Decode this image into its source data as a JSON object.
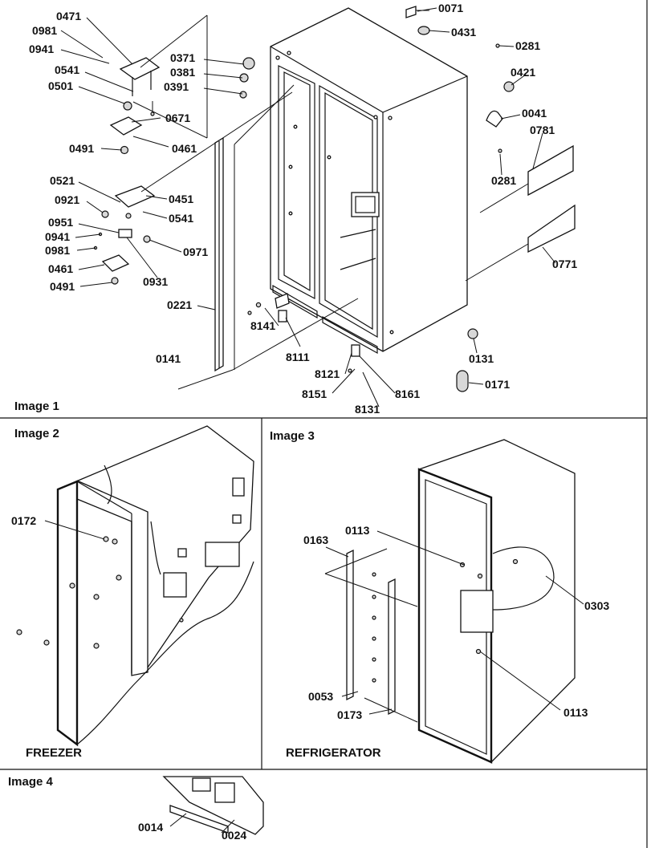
{
  "panels": {
    "p1": "Image 1",
    "p2": "Image 2",
    "p3": "Image 3",
    "p4": "Image 4"
  },
  "captions": {
    "freezer": "FREEZER",
    "refrigerator": "REFRIGERATOR"
  },
  "image1_parts": {
    "p0471": "0471",
    "p0981a": "0981",
    "p0941a": "0941",
    "p0541a": "0541",
    "p0501": "0501",
    "p0371": "0371",
    "p0381": "0381",
    "p0391": "0391",
    "p0671": "0671",
    "p0491a": "0491",
    "p0461a": "0461",
    "p0071": "0071",
    "p0431": "0431",
    "p0281a": "0281",
    "p0421": "0421",
    "p0041": "0041",
    "p0781": "0781",
    "p0281b": "0281",
    "p0521": "0521",
    "p0921": "0921",
    "p0451": "0451",
    "p0541b": "0541",
    "p0951": "0951",
    "p0941b": "0941",
    "p0981b": "0981",
    "p0971": "0971",
    "p0461b": "0461",
    "p0491b": "0491",
    "p0931": "0931",
    "p0771": "0771",
    "p0221": "0221",
    "p8141": "8141",
    "p0141": "0141",
    "p8111": "8111",
    "p0131": "0131",
    "p8121": "8121",
    "p0171": "0171",
    "p8151": "8151",
    "p8161": "8161",
    "p8131": "8131"
  },
  "image2_parts": {
    "p0172": "0172"
  },
  "image3_parts": {
    "p0113a": "0113",
    "p0163": "0163",
    "p0303": "0303",
    "p0053": "0053",
    "p0173": "0173",
    "p0113b": "0113"
  },
  "image4_parts": {
    "p0014": "0014",
    "p0024": "0024"
  }
}
